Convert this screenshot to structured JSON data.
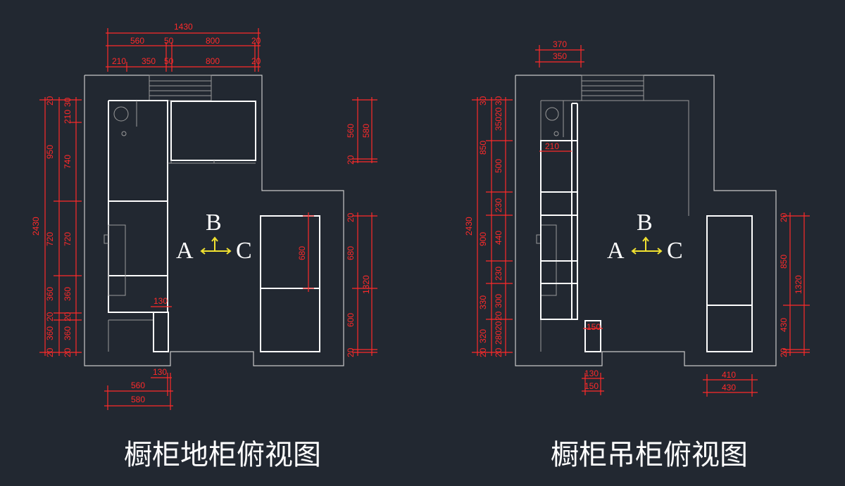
{
  "left": {
    "title": "橱柜地柜俯视图",
    "top_total": "1430",
    "top_row1": [
      "560",
      "50",
      "800",
      "20"
    ],
    "top_row2": [
      "210",
      "350",
      "50",
      "800",
      "20"
    ],
    "left_outer": "2430",
    "left_mid": [
      "20",
      "950",
      "720",
      "360",
      "20",
      "360",
      "20"
    ],
    "left_inner": [
      "30",
      "210",
      "740",
      "720",
      "360",
      "20",
      "360",
      "20"
    ],
    "right_upper": [
      "560",
      "580",
      "20"
    ],
    "right_lower": [
      "20",
      "680",
      "1320",
      "600",
      "20"
    ],
    "inner_680": "680",
    "inner_130": "130",
    "bottom_130": "130",
    "bottom_560": "560",
    "bottom_580": "580",
    "labels": {
      "a": "A",
      "b": "B",
      "c": "C"
    }
  },
  "right": {
    "title": "橱柜吊柜俯视图",
    "top_370": "370",
    "top_350": "350",
    "left_outer": "2430",
    "left_mid": [
      "30",
      "850",
      "900",
      "330",
      "320",
      "20"
    ],
    "left_inner": [
      "30",
      "20",
      "350",
      "500",
      "230",
      "440",
      "230",
      "300",
      "20",
      "20",
      "280",
      "20"
    ],
    "inner_210": "210",
    "inner_150": "150",
    "right_dims": [
      "20",
      "850",
      "1320",
      "430",
      "20"
    ],
    "bottom_130": "130",
    "bottom_150": "150",
    "bottom_410": "410",
    "bottom_430": "430",
    "labels": {
      "a": "A",
      "b": "B",
      "c": "C"
    }
  }
}
